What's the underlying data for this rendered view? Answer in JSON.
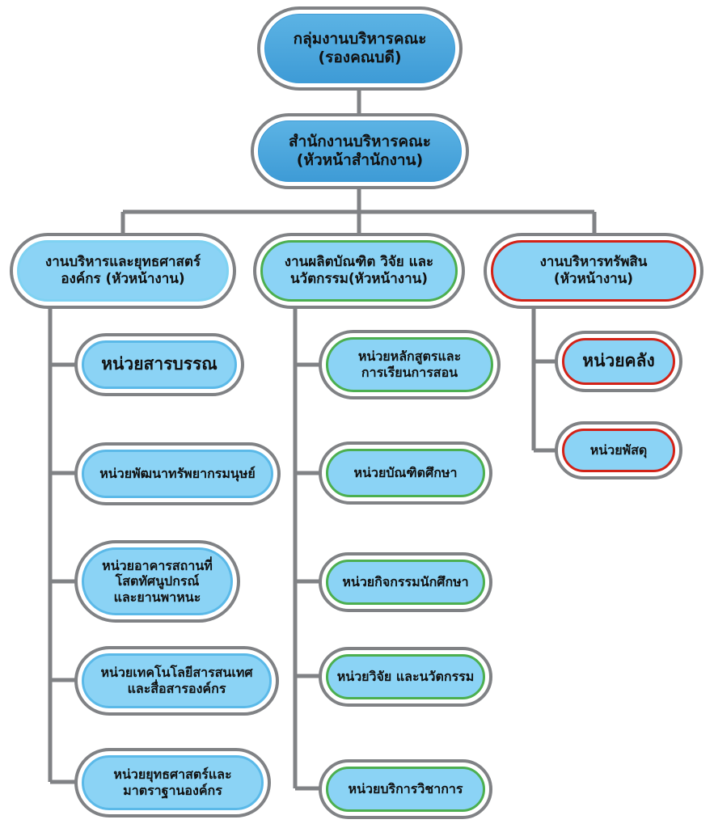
{
  "diagram": {
    "type": "organization-chart",
    "title_text": "",
    "colors": {
      "outer_border": "#808285",
      "top_node_fill": "#4BA7DD",
      "node_fill": "#8BD3F5",
      "ring_blue": "#5BB9E8",
      "ring_green": "#4CAF50",
      "ring_red": "#D32217",
      "connector": "#808285",
      "text": "#111111",
      "background": "#FFFFFF"
    }
  },
  "nodes": {
    "executive": [
      {
        "id": "exec-1",
        "lines": [
          "กลุ่มงานบริหารคณะ",
          "(รองคณบดี)"
        ],
        "ring": "none"
      },
      {
        "id": "exec-2",
        "lines": [
          "สำนักงานบริหารคณะ",
          "(หัวหน้าสำนักงาน)"
        ],
        "ring": "none"
      }
    ],
    "groups": [
      {
        "id": "group-admin",
        "lines": [
          "งานบริหารและยุทธศาสตร์",
          "องค์กร (หัวหน้างาน)"
        ],
        "ring": "blue"
      },
      {
        "id": "group-academic",
        "lines": [
          "งานผลิตบัณฑิต วิจัย และ",
          "นวัตกรรม(หัวหน้างาน)"
        ],
        "ring": "green"
      },
      {
        "id": "group-asset",
        "lines": [
          "งานบริหารทรัพสิน",
          "(หัวหน้างาน)"
        ],
        "ring": "red"
      }
    ],
    "units_admin": [
      {
        "id": "unit-correspondence",
        "lines": [
          "หน่วยสารบรรณ"
        ],
        "ring": "blue",
        "emphasis": true
      },
      {
        "id": "unit-hr",
        "lines": [
          "หน่วยพัฒนาทรัพยากรมนุษย์"
        ],
        "ring": "blue",
        "emphasis": false
      },
      {
        "id": "unit-facilities",
        "lines": [
          "หน่วยอาคารสถานที่",
          "โสตทัศนูปกรณ์",
          "และยานพาหนะ"
        ],
        "ring": "blue",
        "emphasis": false
      },
      {
        "id": "unit-it",
        "lines": [
          "หน่วยเทคโนโลยีสารสนเทศ",
          "และสื่อสารองค์กร"
        ],
        "ring": "blue",
        "emphasis": false
      },
      {
        "id": "unit-strategy",
        "lines": [
          "หน่วยยุทธศาสตร์และ",
          "มาตราฐานองค์กร"
        ],
        "ring": "blue",
        "emphasis": false
      }
    ],
    "units_academic": [
      {
        "id": "unit-curriculum",
        "lines": [
          "หน่วยหลักสูตรและ",
          "การเรียนการสอน"
        ],
        "ring": "green",
        "emphasis": false
      },
      {
        "id": "unit-graduate",
        "lines": [
          "หน่วยบัณฑิตศึกษา"
        ],
        "ring": "green",
        "emphasis": false
      },
      {
        "id": "unit-activities",
        "lines": [
          "หน่วยกิจกรรมนักศึกษา"
        ],
        "ring": "green",
        "emphasis": false
      },
      {
        "id": "unit-research",
        "lines": [
          "หน่วยวิจัย และนวัตกรรม"
        ],
        "ring": "green",
        "emphasis": false
      },
      {
        "id": "unit-service",
        "lines": [
          "หน่วยบริการวิชาการ"
        ],
        "ring": "green",
        "emphasis": false
      }
    ],
    "units_asset": [
      {
        "id": "unit-treasury",
        "lines": [
          "หน่วยคลัง"
        ],
        "ring": "red",
        "emphasis": true
      },
      {
        "id": "unit-supply",
        "lines": [
          "หน่วยพัสดุ"
        ],
        "ring": "red",
        "emphasis": false
      }
    ]
  }
}
